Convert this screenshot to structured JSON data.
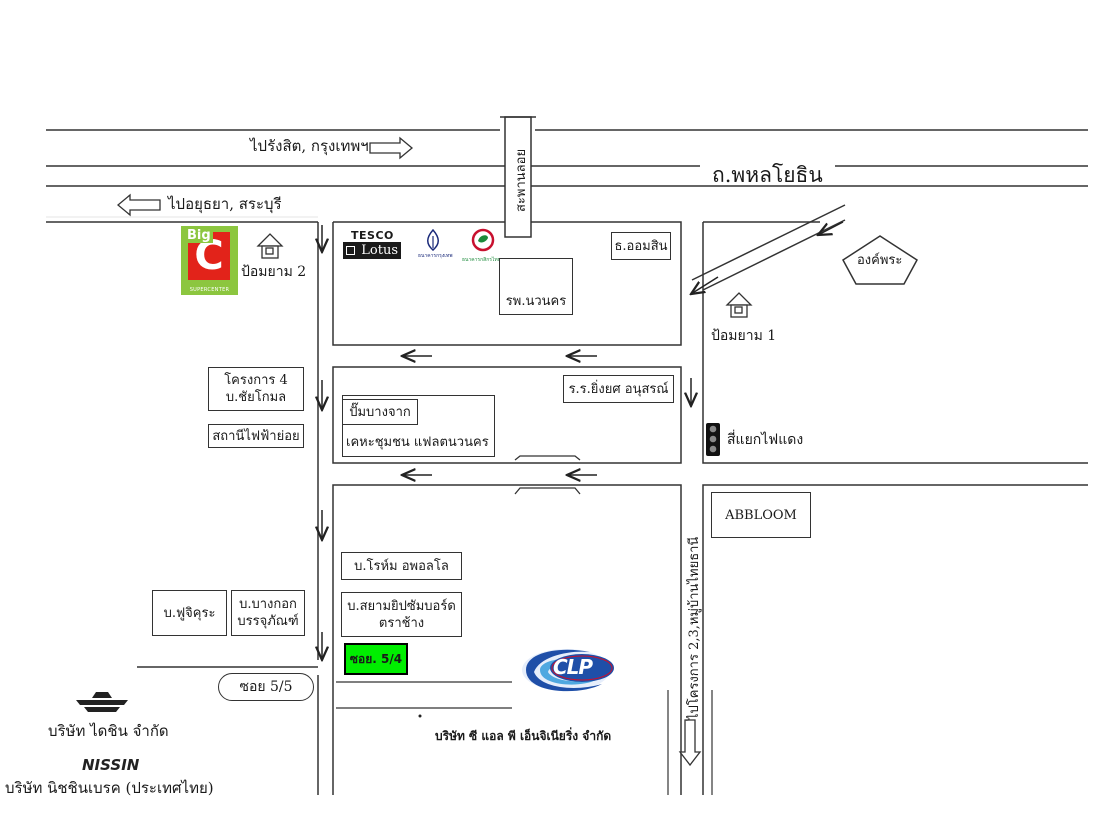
{
  "roads": {
    "rangsit": "ไปรังสิต, กรุงเทพฯ",
    "phahonyothin": "ถ.พหลโยธิน",
    "ayutthaya": "ไปอยุธยา, สระบุรี",
    "overpass": "สะพานลอย",
    "soi55": "ซอย 5/5",
    "to_project": "ไปโครงการ 2,3,หมู่บ้านไทยธานี"
  },
  "landmarks": {
    "police_box_2": "ป้อมยาม 2",
    "police_box_1": "ป้อมยาม 1",
    "gsb": "ธ.ออมสิน",
    "hospital": "รพ.นวนคร",
    "shrine": "องค์พระ",
    "school": "ร.ร.ยิ่งยศ อนุสรณ์",
    "traffic_light": "สี่แยกไฟแดง",
    "project4": "โครงการ 4",
    "chaikamol": "บ.ชัยโกมล",
    "substation": "สถานีไฟฟ้าย่อย",
    "gas_station": "ปั๊มบางจาก",
    "housing": "เคหะชุมชน แฟลตนวนคร",
    "abbloom": "ABBLOOM",
    "rohm": "บ.โรห์ม อพอลโล",
    "fujikura": "บ.ฟูจิคุระ",
    "bangkok_packing": [
      "บ.บางกอก",
      "บรรจุภัณฑ์"
    ],
    "siam_gypsum": [
      "บ.สยามยิปซัมบอร์ด",
      "ตราช้าง"
    ],
    "soi54": "ซอย. 5/4",
    "daishin": "บริษัท ไดชิน จำกัด",
    "nissin": "บริษัท นิชชินเบรค (ประเทศไทย)",
    "nissin_logo": "NISSIN",
    "clp_company": "บริษัท ซี แอล พี เอ็นจิเนียริ่ง จำกัด"
  },
  "logos": {
    "bigc_big": "Big",
    "bigc_c": "C",
    "bigc_sub": "SUPERCENTER",
    "tesco": "TESCO",
    "lotus": "Lotus",
    "bbl": "ธนาคารกรุงเทพ",
    "kbank": "ธนาคารกสิกรไทย",
    "clp": "CLP"
  },
  "colors": {
    "line": "#333333",
    "bigc_green": "#8cc63f",
    "bigc_red": "#e2231a",
    "soi_box_green": "#00ee00",
    "clp_blue": "#1f4fa8",
    "kbank_green": "#1b8a3a"
  }
}
